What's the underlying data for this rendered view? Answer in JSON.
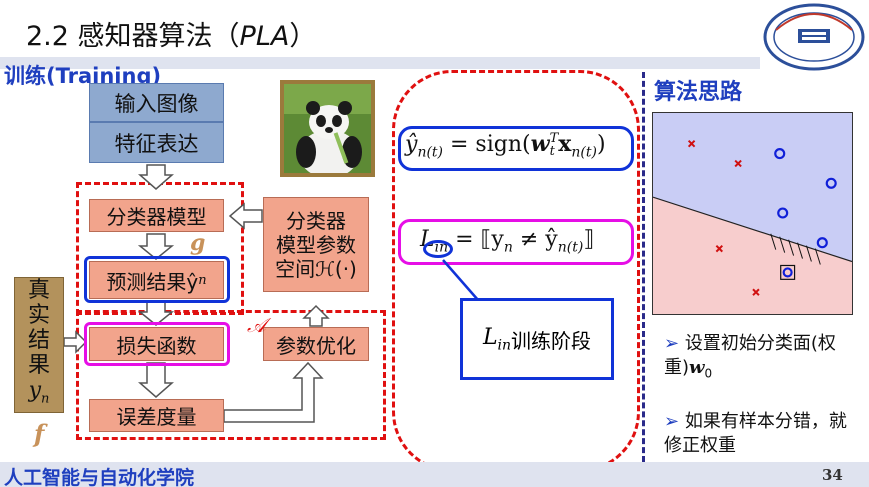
{
  "header": {
    "title_prefix": "2.2 感知器算法（",
    "title_italic": "PLA",
    "title_suffix": "）"
  },
  "training": {
    "label": "训练(Training)"
  },
  "flow": {
    "input_image": "输入图像",
    "feature": "特征表达",
    "classifier_model": "分类器模型",
    "predict": "预测结果ŷ",
    "predict_sub": "n",
    "loss": "损失函数",
    "error": "误差度量",
    "param_space_line1": "分类器",
    "param_space_line2": "模型参数",
    "param_space_line3": "空间ℋ(·)",
    "param_opt": "参数优化",
    "true_result_chars": [
      "真",
      "实",
      "结",
      "果"
    ],
    "true_result_var": "y",
    "true_result_sub": "n",
    "g_label": "g",
    "f_label": "f",
    "a_label": "𝒜"
  },
  "formulas": {
    "f1_lhs": "ŷ",
    "f1_lhs_sub": "n(t)",
    "f1_eq": " = sign(",
    "f1_w": "w",
    "f1_w_sup": "T",
    "f1_w_sub": "t",
    "f1_x": "x",
    "f1_x_sub": "n(t)",
    "f1_close": ")",
    "f2_lhs": "L",
    "f2_lhs_sub": "in",
    "f2_rhs": " = ⟦y",
    "f2_y_sub": "n",
    "f2_neq": " ≠ ŷ",
    "f2_yhat_sub": "n(t)",
    "f2_close": "⟧",
    "stage_var": "L",
    "stage_sub": "in",
    "stage_text": "训练阶段"
  },
  "right_panel": {
    "heading": "算法思路",
    "bullet1_text": "设置初始分类面(权重)",
    "bullet1_var": "w",
    "bullet1_sub": "0",
    "bullet2_text": "如果有样本分错，就修正权重",
    "bullet_marker": "➢"
  },
  "footer": {
    "text": "人工智能与自动化学院",
    "page": "34"
  },
  "colors": {
    "accent_blue": "#1f3fbf",
    "dash_red": "#e01010",
    "magenta": "#e60ee6",
    "blue_box": "#8ea9cf",
    "pink_box": "#f2a48c",
    "tan_box": "#b3925c"
  },
  "icons": {
    "logo": "university-seal-icon",
    "photo": "panda-photo"
  }
}
